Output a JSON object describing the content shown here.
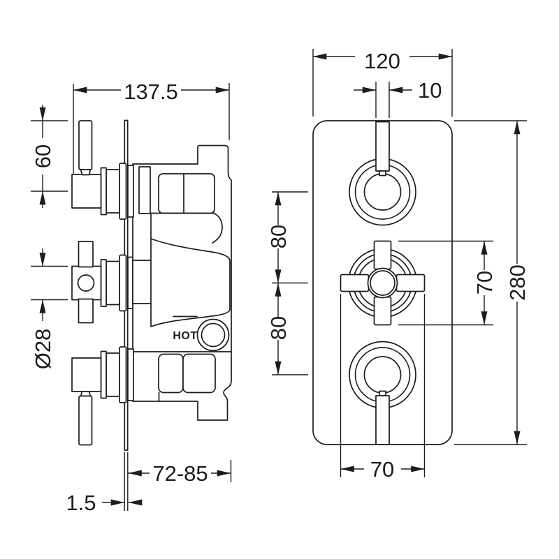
{
  "meta": {
    "background_color": "#ffffff",
    "line_color": "#1d1d1d",
    "drawing_type": "thermostatic shower valve dimension drawing"
  },
  "side_view": {
    "dims": {
      "overall_width": "137.5",
      "handle_height": "60",
      "cartridge_diameter": "Ø28",
      "depth_range": "72-85",
      "plate_thickness": "1.5"
    },
    "labels": {
      "hot_inlet": "HOT"
    }
  },
  "front_view": {
    "dims": {
      "plate_width": "120",
      "lever_width": "10",
      "spacing_upper": "80",
      "spacing_lower": "80",
      "cross_height": "70",
      "plate_height": "280",
      "cross_width": "70"
    }
  }
}
